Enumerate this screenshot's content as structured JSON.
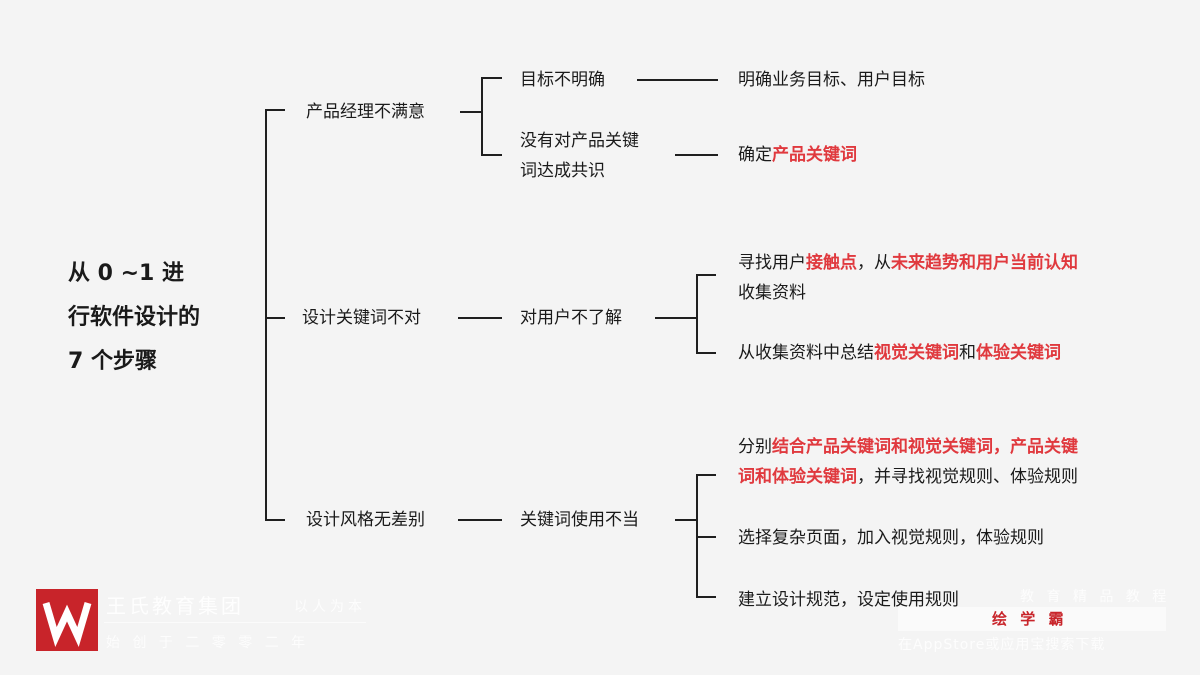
{
  "title": {
    "line1": "从 0 ~1 进",
    "line2": "行软件设计的",
    "line3": "7 个步骤"
  },
  "branches": [
    {
      "label": "产品经理不满意",
      "causes": [
        {
          "label_lines": [
            "目标不明确"
          ],
          "solution_lines": [
            [
              {
                "t": "明确业务目标、用户目标",
                "h": false
              }
            ]
          ]
        },
        {
          "label_lines": [
            "没有对产品关键",
            "词达成共识"
          ],
          "solution_lines": [
            [
              {
                "t": "确定",
                "h": false
              },
              {
                "t": "产品关键词",
                "h": true
              }
            ]
          ]
        }
      ]
    },
    {
      "label": "设计关键词不对",
      "cause": "对用户不了解",
      "solutions": [
        {
          "lines": [
            [
              {
                "t": "寻找用户",
                "h": false
              },
              {
                "t": "接触点",
                "h": true
              },
              {
                "t": "，从",
                "h": false
              },
              {
                "t": "未来趋势和用户当前认知",
                "h": true
              }
            ],
            [
              {
                "t": "收集资料",
                "h": false
              }
            ]
          ]
        },
        {
          "lines": [
            [
              {
                "t": "从收集资料中总结",
                "h": false
              },
              {
                "t": "视觉关键词",
                "h": true
              },
              {
                "t": "和",
                "h": false
              },
              {
                "t": "体验关键词",
                "h": true
              }
            ]
          ]
        }
      ]
    },
    {
      "label": "设计风格无差别",
      "cause": "关键词使用不当",
      "solutions": [
        {
          "lines": [
            [
              {
                "t": "分别",
                "h": false
              },
              {
                "t": "结合产品关键词和视觉关键词，产品关键",
                "h": true
              }
            ],
            [
              {
                "t": "词和体验关键词",
                "h": true
              },
              {
                "t": "，并寻找视觉规则、体验规则",
                "h": false
              }
            ]
          ]
        },
        {
          "lines": [
            [
              {
                "t": "选择复杂页面，加入视觉规则，体验规则",
                "h": false
              }
            ]
          ]
        },
        {
          "lines": [
            [
              {
                "t": "建立设计规范，设定使用规则",
                "h": false
              }
            ]
          ]
        }
      ]
    }
  ],
  "watermark": {
    "company": "王氏教育集团",
    "slogan": "以人为本",
    "founded": "始 创 于 二 零 零 二 年",
    "course_text": "教 育 精 品 教 程",
    "app_name": "绘 学 霸",
    "download_text": "在AppStore或应用宝搜索下载"
  },
  "colors": {
    "highlight": "#e0393e",
    "line": "#1f1f1f",
    "background": "#f4f4f4",
    "logo": "#c8242a"
  }
}
